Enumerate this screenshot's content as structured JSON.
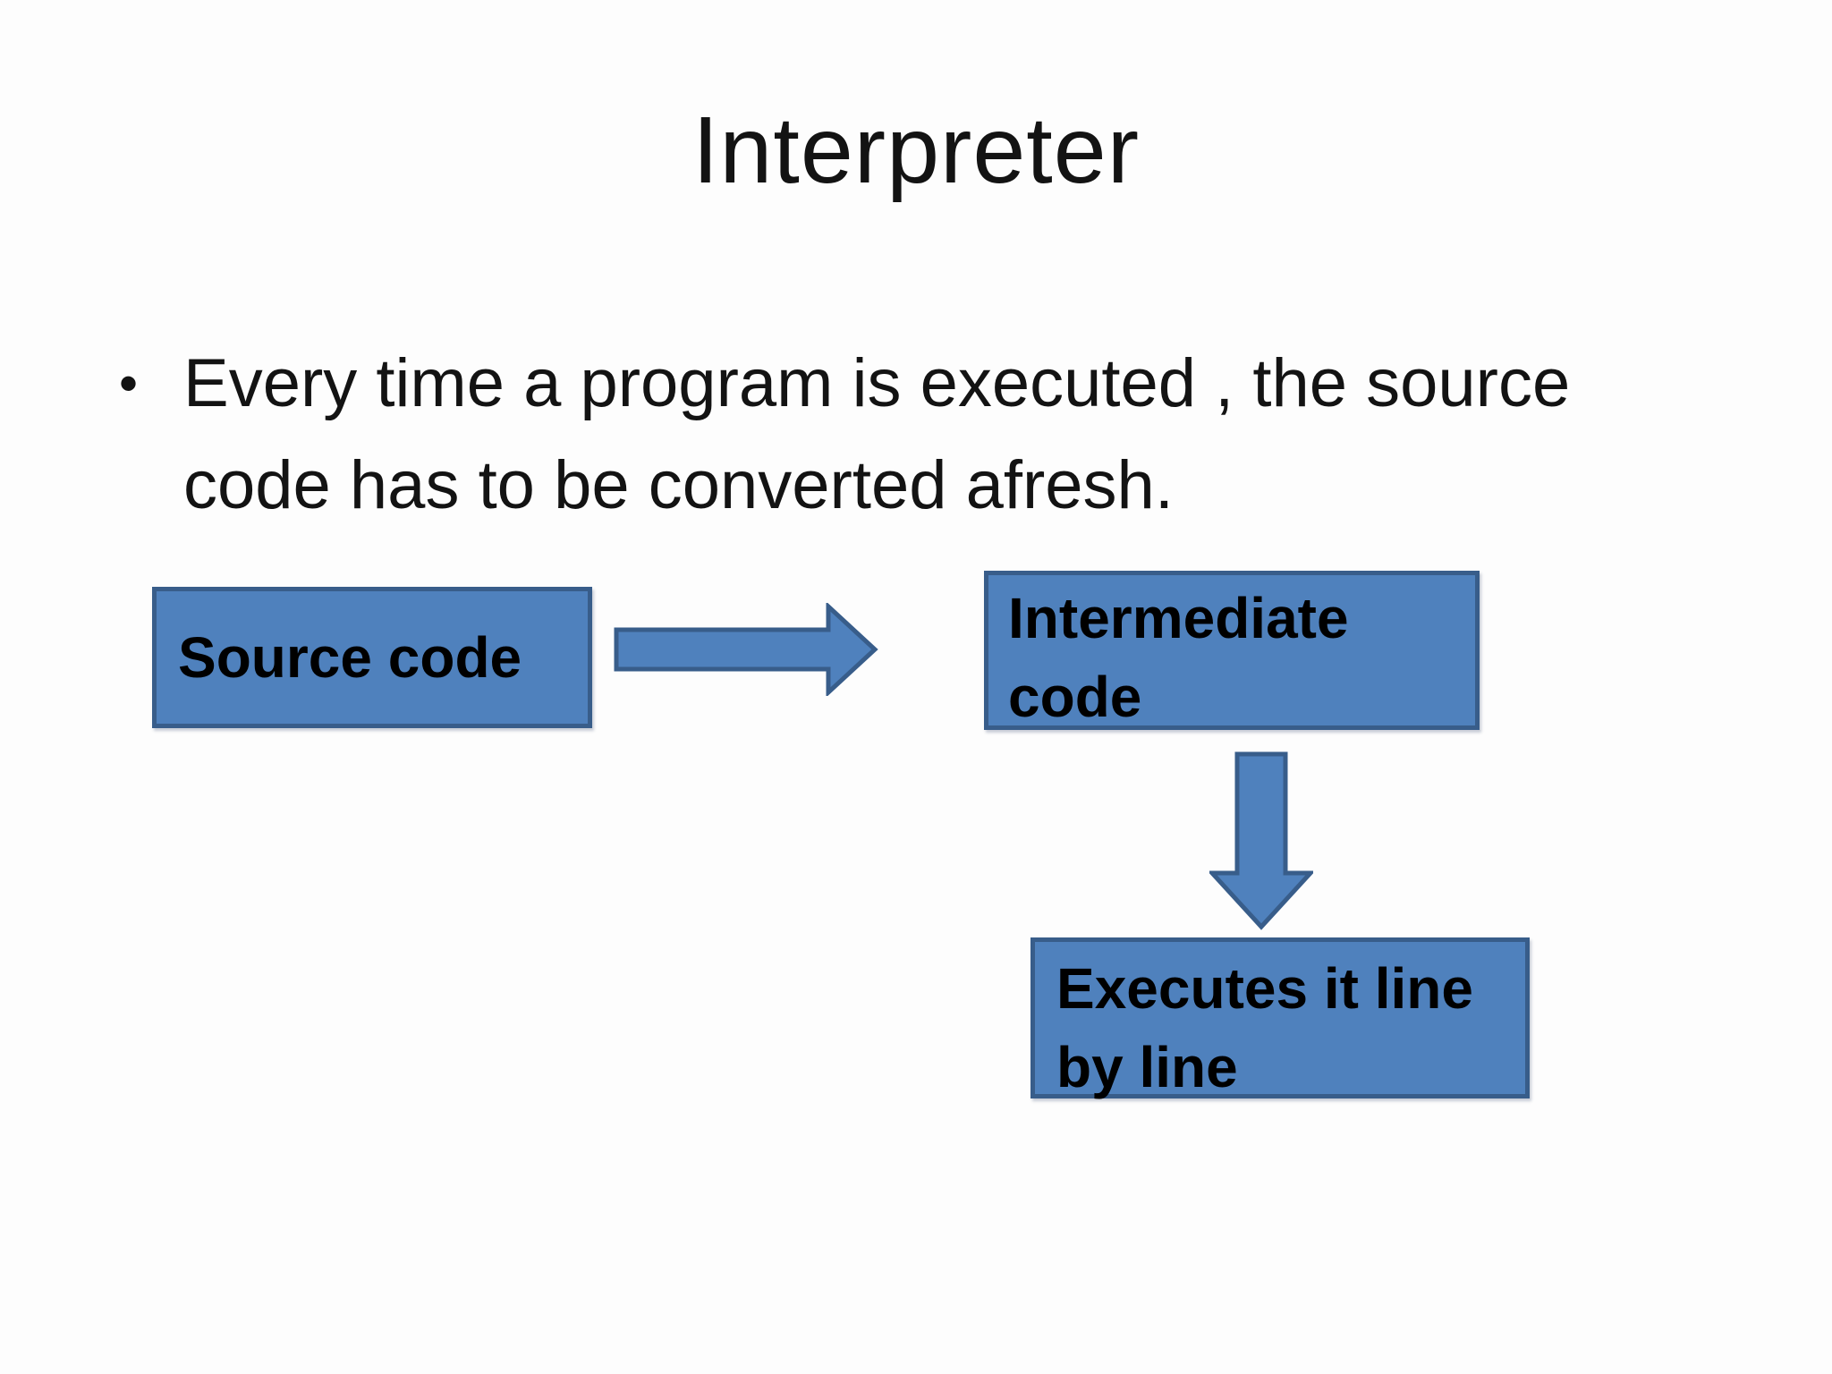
{
  "slide": {
    "title": "Interpreter",
    "bullet": {
      "marker": "•",
      "lines": [
        "Every time a program is executed , the source",
        "code has to be converted afresh."
      ]
    },
    "diagram": {
      "source_box": {
        "lines": [
          "Source code"
        ]
      },
      "intermediate_box": {
        "lines": [
          "Intermediate",
          "code"
        ]
      },
      "executes_box": {
        "lines": [
          "Executes it line",
          "by line"
        ]
      },
      "icons": {
        "arrow_right": "right-block-arrow",
        "arrow_down": "down-block-arrow"
      }
    },
    "colors": {
      "box_fill": "#4f81bd",
      "box_border": "#385d8a",
      "text": "#131313",
      "background": "#fdfdfd"
    }
  }
}
